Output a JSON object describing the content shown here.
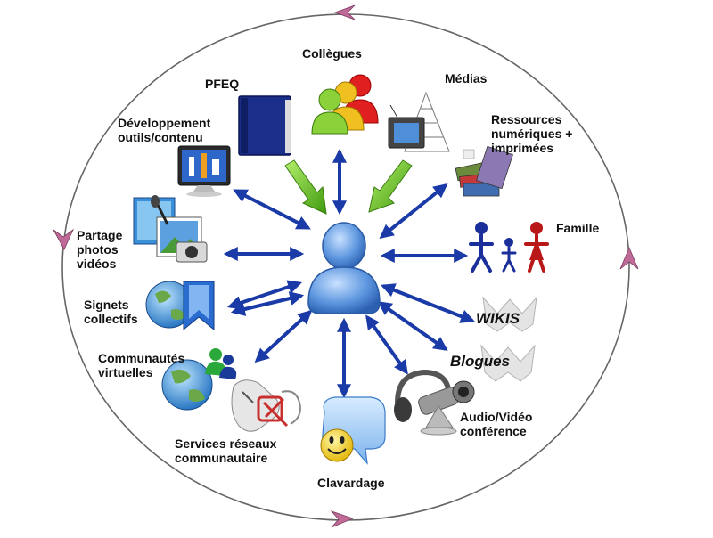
{
  "center": {
    "name": "user"
  },
  "labels": {
    "collegues": "Collègues",
    "pfeq": "PFEQ",
    "medias": "Médias",
    "developpement": "Développement\noutils/contenu",
    "ressources": "Ressources\nnumériques +\nimprimées",
    "partage": "Partage\nphotos\nvidéos",
    "famille": "Famille",
    "signets": "Signets\ncollectifs",
    "wikis": "WIKIS",
    "communautes": "Communautés\nvirtuelles",
    "blogues": "Blogues",
    "audio": "Audio/Vidéo\nconférence",
    "services": "Services réseaux\ncommunautaire",
    "clavardage": "Clavardage"
  },
  "icons": [
    "people-group-icon",
    "book-icon",
    "tv-pyramid-icon",
    "monitor-tools-icon",
    "books-icon",
    "photo-video-icon",
    "family-icon",
    "bookmark-globe-icon",
    "wiki-icon",
    "globe-people-icon",
    "blog-icon",
    "headset-webcam-icon",
    "network-services-icon",
    "smiley-chat-icon",
    "user-icon"
  ],
  "colors": {
    "cycle": "#ffffff",
    "cycle_stroke": "#666666",
    "cycle_arrows": "#b0608a",
    "blue_arrow": "#1a3aa8",
    "green_arrow": "#5cbc1c",
    "user": "#5b93d8"
  }
}
